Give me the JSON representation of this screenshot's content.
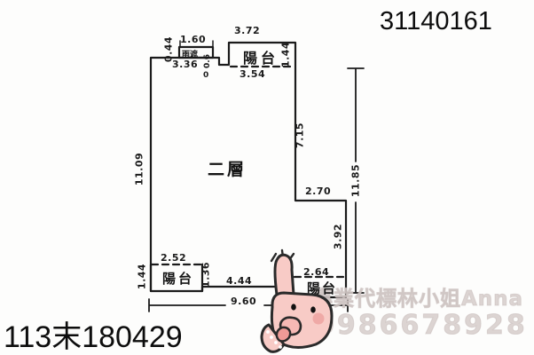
{
  "header": {
    "ref_number": "31140161"
  },
  "footer": {
    "case_number": "113末180429"
  },
  "watermark": {
    "line1": "專業代標林小姐Anna",
    "line2": "0986678928",
    "color": "#d6cdca"
  },
  "floorplan": {
    "room_label": "二層",
    "labels": {
      "balcony_top": "陽台",
      "balcony_bottom_left": "陽台",
      "balcony_bottom_right": "陽台",
      "canopy": "雨遮"
    },
    "dims": {
      "canopy_width": "1.60",
      "canopy_depth": "0.44",
      "top_left_width": "3.36",
      "top_step_a": "0.6",
      "top_step_b": "0",
      "top_balcony_width": "3.72",
      "top_balcony_depth": "1.44",
      "top_balcony_inner_width": "3.54",
      "left_height": "11.09",
      "right_upper_height": "7.15",
      "right_total_height": "11.85",
      "step_width": "2.70",
      "right_lower_height": "3.92",
      "bl_balcony_width": "2.52",
      "bl_balcony_depth": "1.44",
      "bl_balcony_inner_depth": "1.36",
      "bottom_middle_width": "4.44",
      "br_balcony_width": "2.64",
      "bottom_total_width": "9.60"
    },
    "line_color": "#1b1b1b"
  },
  "sticker": {
    "name": "pink-thumbs-up",
    "body_color": "#f8cbc6",
    "blush_color": "#efa9a6",
    "tongue_color": "#ee9a96",
    "outline_color": "#2a2a2a"
  }
}
